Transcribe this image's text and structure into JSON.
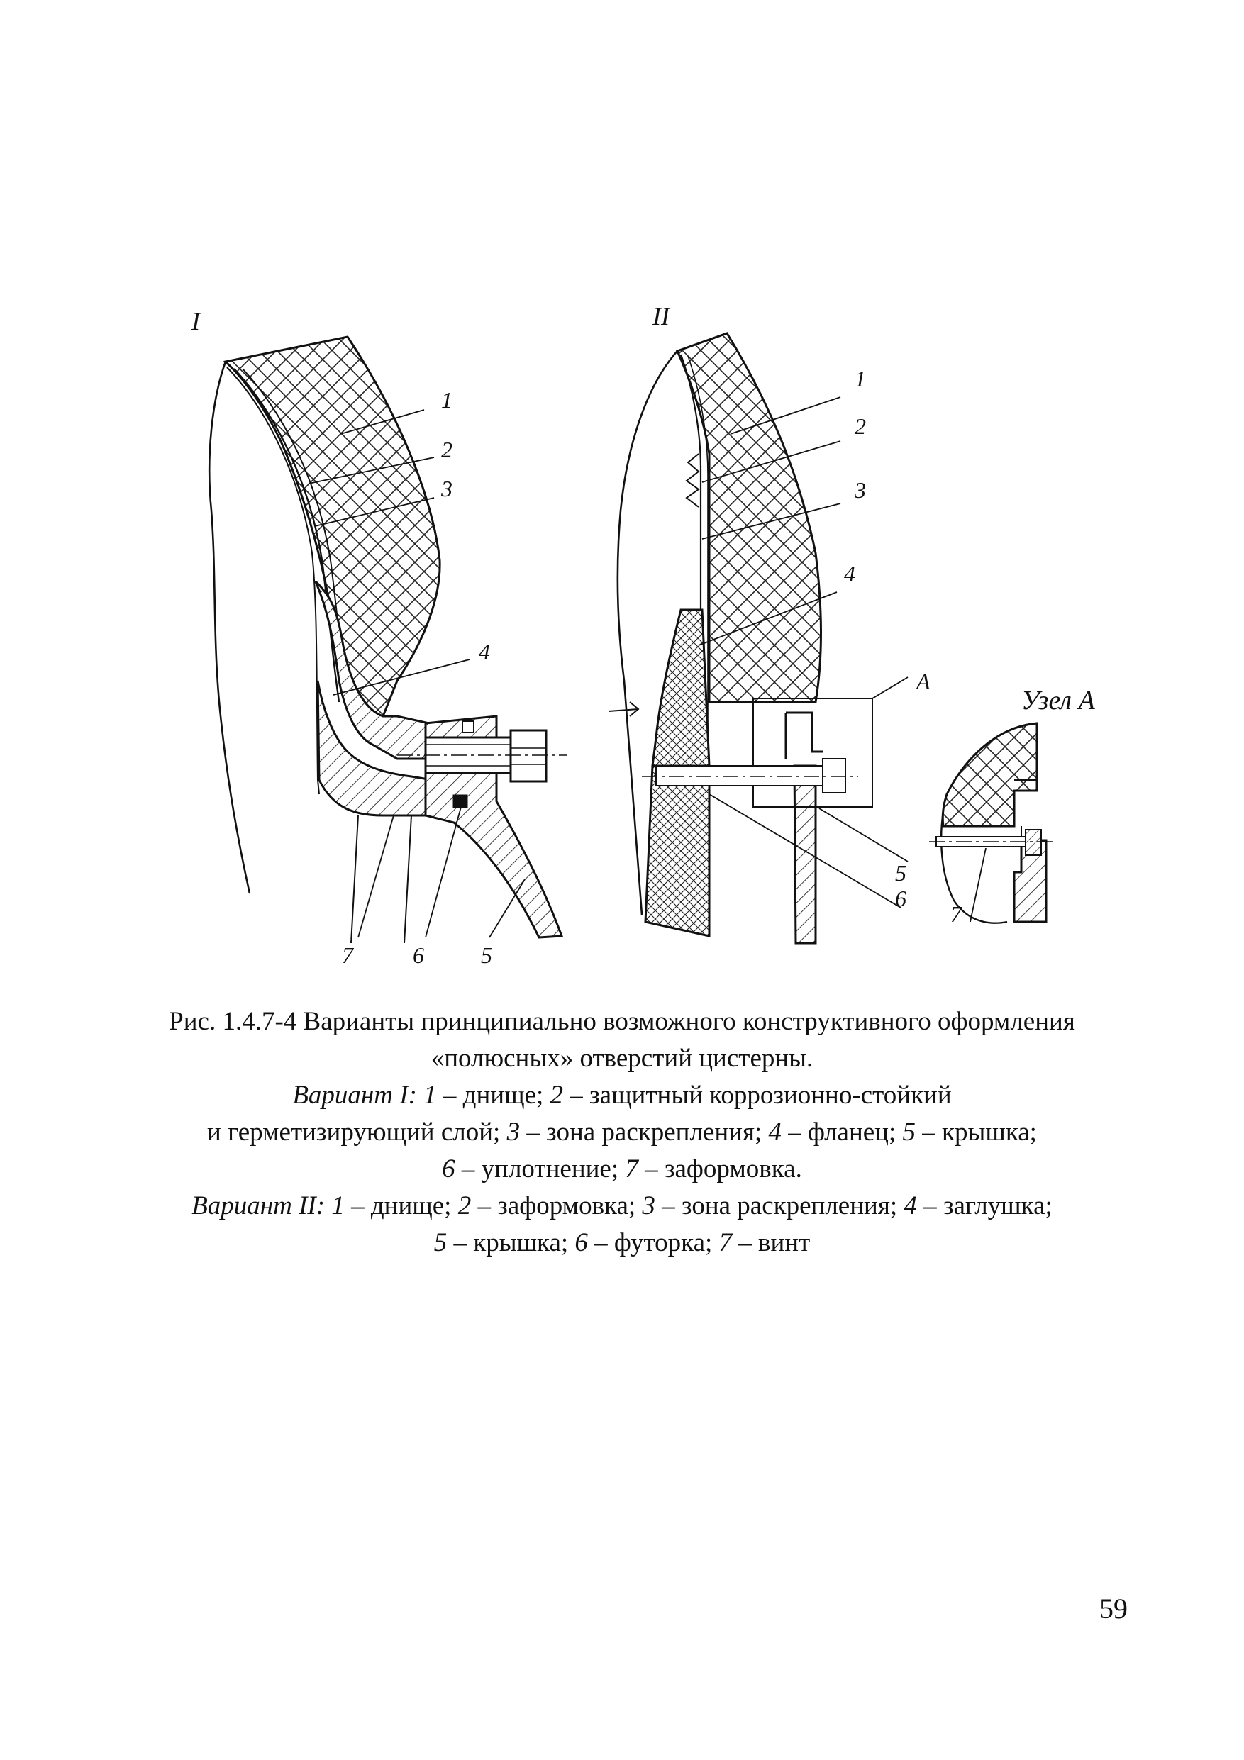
{
  "figure": {
    "panel_labels": {
      "variant_1": "I",
      "variant_2": "II",
      "node_a_ref": "A",
      "node_a_title": "Узел А"
    },
    "variant_1_parts": [
      "1",
      "2",
      "3",
      "4",
      "5",
      "6",
      "7"
    ],
    "variant_2_parts": [
      "1",
      "2",
      "3",
      "4",
      "5",
      "6"
    ],
    "node_a_parts": [
      "7"
    ]
  },
  "caption": {
    "line1": "Рис. 1.4.7-4 Варианты принципиально возможного конструктивного оформления",
    "line2": "«полюсных» отверстий цистерны.",
    "line3": {
      "lead": "Вариант I:",
      "n1": "1",
      "t1": " – днище; ",
      "n2": "2",
      "t2": " – защитный коррозионно-стойкий"
    },
    "line4": {
      "t0": "и герметизирующий слой; ",
      "n3": "3",
      "t3": " – зона раскрепления; ",
      "n4": "4",
      "t4": " – фланец; ",
      "n5": "5",
      "t5": " – крышка;"
    },
    "line5": {
      "n6": "6",
      "t6": " – уплотнение; ",
      "n7": "7",
      "t7": " – заформовка."
    },
    "line6": {
      "lead": "Вариант II:",
      "n1": "1",
      "t1": " – днище; ",
      "n2": "2",
      "t2": " – заформовка; ",
      "n3": "3",
      "t3": " – зона раскрепления; ",
      "n4": "4",
      "t4": " – заглушка;"
    },
    "line7": {
      "n5": "5",
      "t5": " – крышка; ",
      "n6": "6",
      "t6": " – футорка; ",
      "n7": "7",
      "t7": " – винт"
    }
  },
  "page_number": "59"
}
